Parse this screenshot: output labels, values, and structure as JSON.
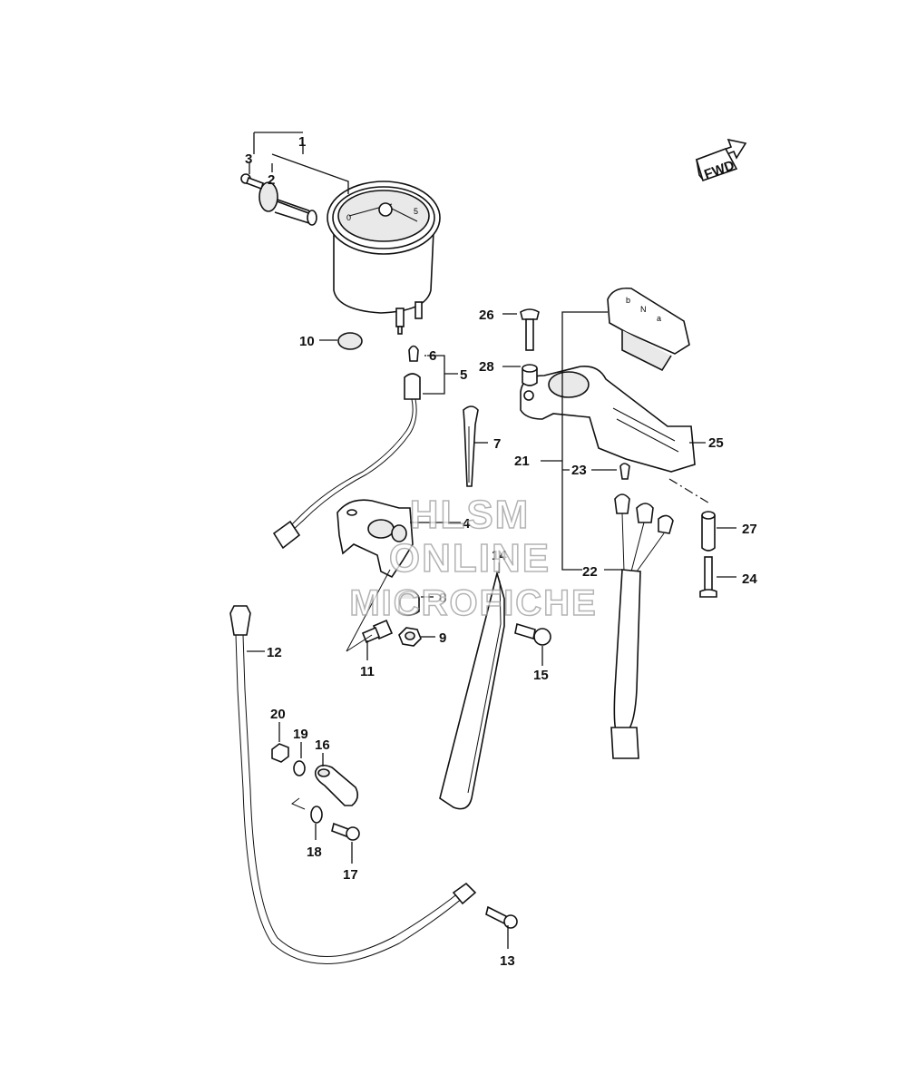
{
  "diagram": {
    "fwd_label": "FWD",
    "watermark": {
      "line1": "HLSM",
      "line2": "ONLINE",
      "line3": "MICROFICHE"
    },
    "callouts": [
      {
        "id": "c1",
        "label": "1"
      },
      {
        "id": "c2",
        "label": "2"
      },
      {
        "id": "c3",
        "label": "3"
      },
      {
        "id": "c4",
        "label": "4"
      },
      {
        "id": "c5",
        "label": "5"
      },
      {
        "id": "c6",
        "label": "6"
      },
      {
        "id": "c7",
        "label": "7"
      },
      {
        "id": "c8",
        "label": "8"
      },
      {
        "id": "c9",
        "label": "9"
      },
      {
        "id": "c10",
        "label": "10"
      },
      {
        "id": "c11",
        "label": "11"
      },
      {
        "id": "c12",
        "label": "12"
      },
      {
        "id": "c13",
        "label": "13"
      },
      {
        "id": "c14",
        "label": "14"
      },
      {
        "id": "c15",
        "label": "15"
      },
      {
        "id": "c16",
        "label": "16"
      },
      {
        "id": "c17",
        "label": "17"
      },
      {
        "id": "c18",
        "label": "18"
      },
      {
        "id": "c19",
        "label": "19"
      },
      {
        "id": "c20",
        "label": "20"
      },
      {
        "id": "c21",
        "label": "21"
      },
      {
        "id": "c22",
        "label": "22"
      },
      {
        "id": "c23",
        "label": "23"
      },
      {
        "id": "c24",
        "label": "24"
      },
      {
        "id": "c25",
        "label": "25"
      },
      {
        "id": "c26",
        "label": "26"
      },
      {
        "id": "c27",
        "label": "27"
      },
      {
        "id": "c28",
        "label": "28"
      }
    ],
    "gauge_marks": {
      "left": "0",
      "right": "5"
    },
    "indicator_marks": {
      "a": "b",
      "b": "N",
      "c": "a"
    }
  }
}
